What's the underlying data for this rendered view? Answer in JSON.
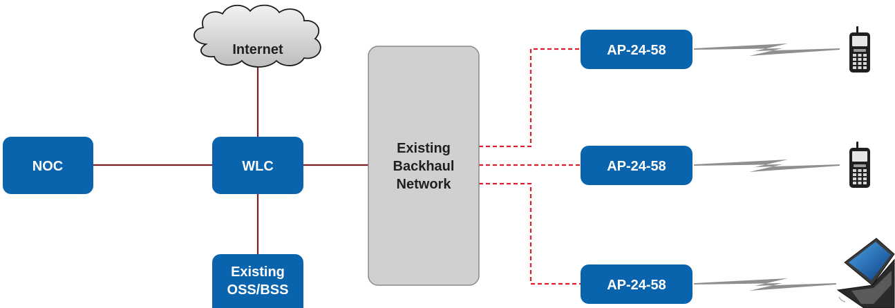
{
  "nodes": {
    "internet": "Internet",
    "noc": "NOC",
    "wlc": "WLC",
    "oss_bss": [
      "Existing",
      "OSS/BSS"
    ],
    "backhaul": [
      "Existing",
      "Backhaul",
      "Network"
    ],
    "access_points": [
      {
        "label": "AP-24-58",
        "device": "mobile-phone-icon"
      },
      {
        "label": "AP-24-58",
        "device": "mobile-phone-icon"
      },
      {
        "label": "AP-24-58",
        "device": "laptop-icon"
      }
    ]
  },
  "colors": {
    "node_fill": "#0a64ad",
    "wired_link": "#7a1a22",
    "backhaul_link": "#e0192b",
    "backhaul_fill": "#d0d0d0",
    "cloud_fill": "#d4d4d4",
    "wireless_fill": "#8f8f8f"
  }
}
